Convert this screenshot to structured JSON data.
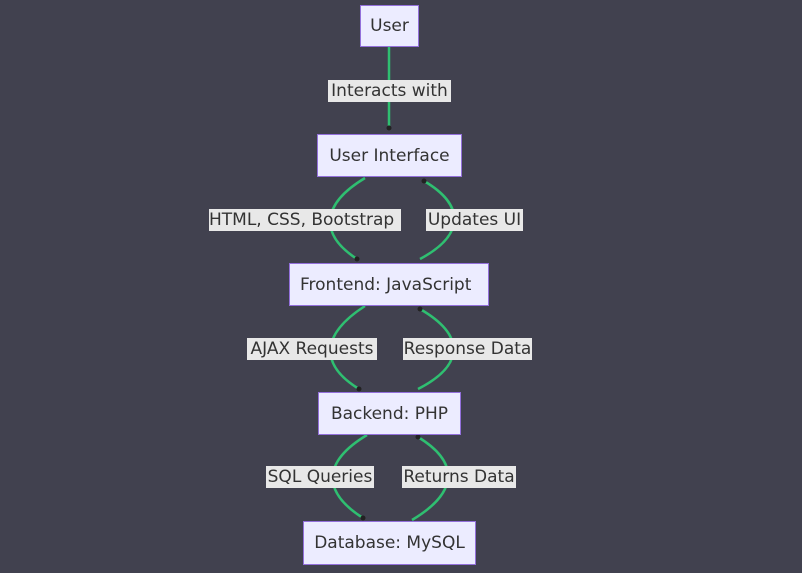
{
  "colors": {
    "background": "#41414f",
    "node_fill": "#ececff",
    "node_border": "#9370db",
    "edge": "#2fbf71",
    "label_bg": "#e8e8e8",
    "text": "#333333"
  },
  "nodes": {
    "user": "User",
    "ui": "User Interface",
    "frontend": "Frontend: JavaScript",
    "backend": "Backend: PHP",
    "database": "Database: MySQL"
  },
  "edges": {
    "interacts": "Interacts with",
    "html_css": "HTML, CSS, Bootstrap",
    "updates_ui": "Updates UI",
    "ajax": "AJAX Requests",
    "response": "Response Data",
    "sql": "SQL Queries",
    "returns": "Returns Data"
  }
}
